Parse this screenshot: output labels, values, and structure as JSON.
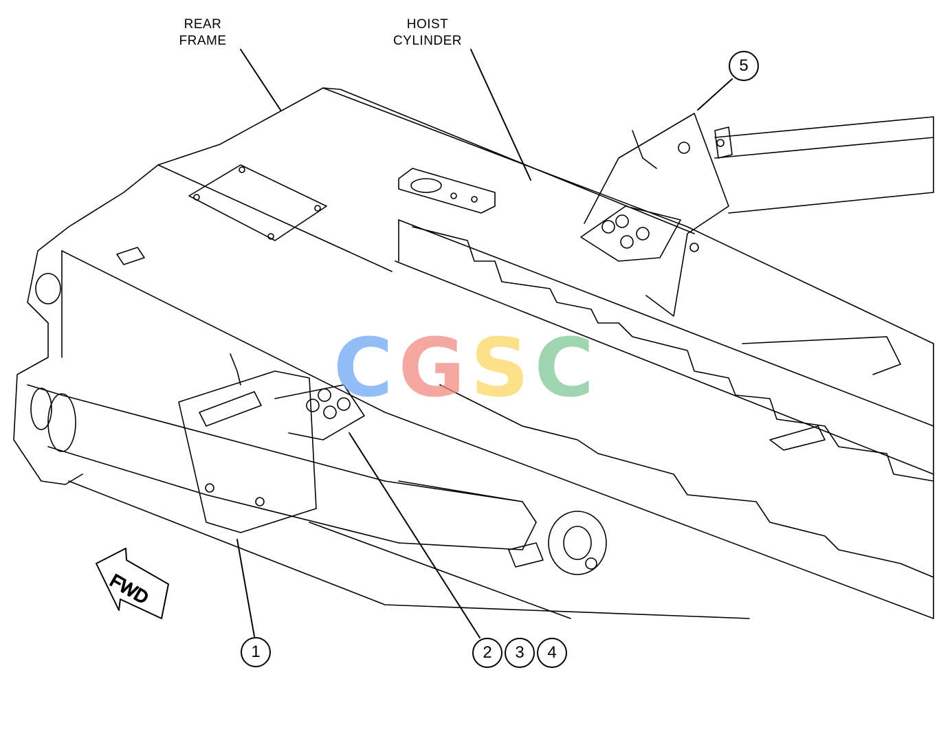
{
  "labels": {
    "rear_frame_line1": "REAR",
    "rear_frame_line2": "FRAME",
    "hoist_cylinder_line1": "HOIST",
    "hoist_cylinder_line2": "CYLINDER"
  },
  "callouts": {
    "c1": "1",
    "c2": "2",
    "c3": "3",
    "c4": "4",
    "c5": "5"
  },
  "direction_arrow": {
    "text": "FWD"
  },
  "watermark": {
    "letters": [
      "C",
      "G",
      "S",
      "C"
    ],
    "colors": [
      "#6fa8f5",
      "#f28b82",
      "#fdd663",
      "#81c995"
    ]
  }
}
